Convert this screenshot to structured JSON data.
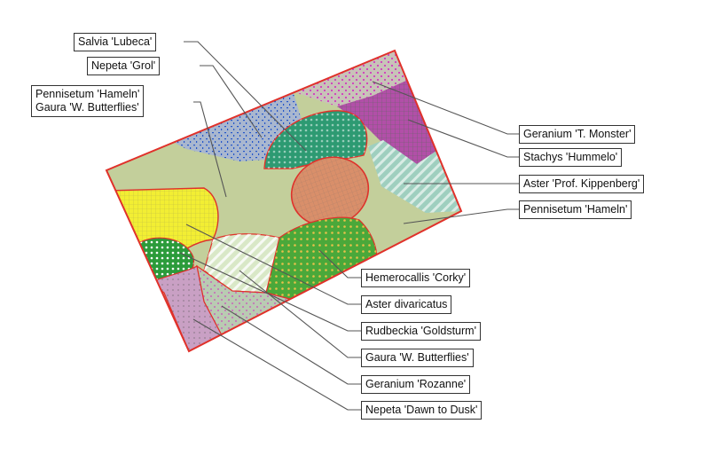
{
  "labels": {
    "salvia_lubeca": "Salvia 'Lubeca'",
    "nepeta_grol": "Nepeta 'Grol'",
    "pennisetum_hameln_left": "Pennisetum 'Hameln'",
    "gaura_butterflies_left": "Gaura 'W. Butterflies'",
    "geranium_t_monster": "Geranium 'T. Monster'",
    "stachys_hummelo": "Stachys 'Hummelo'",
    "aster_prof_kippenberg": "Aster 'Prof. Kippenberg'",
    "pennisetum_hameln_right": "Pennisetum 'Hameln'",
    "hemerocallis_corky": "Hemerocallis 'Corky'",
    "aster_divaricatus": "Aster divaricatus",
    "rudbeckia_goldsturm": "Rudbeckia 'Goldsturm'",
    "gaura_butterflies_right": "Gaura 'W. Butterflies'",
    "geranium_rozanne": "Geranium 'Rozanne'",
    "nepeta_dawn_to_dusk": "Nepeta 'Dawn to Dusk'"
  },
  "colors": {
    "bed_border": "#e0312a",
    "pennisetum": "#c3cf9b",
    "salvia": "#a9b7cf",
    "nepeta_grol": "#a6c6a0",
    "geranium_monster": "#c8c3b8",
    "stachys": "#b24fa8",
    "aster_kippenberg": "#9fcfbf",
    "stachys_dark": "#2a8a63",
    "gaura": "#d98f6a",
    "rudbeckia": "#f2ee33",
    "aster_divaricatus": "#2b9b3a",
    "gaura_white": "#d9e8c7",
    "hemerocallis": "#4aa83a",
    "geranium_rozanne": "#b9cbb2",
    "nepeta_dawn": "#c9a0c4"
  }
}
